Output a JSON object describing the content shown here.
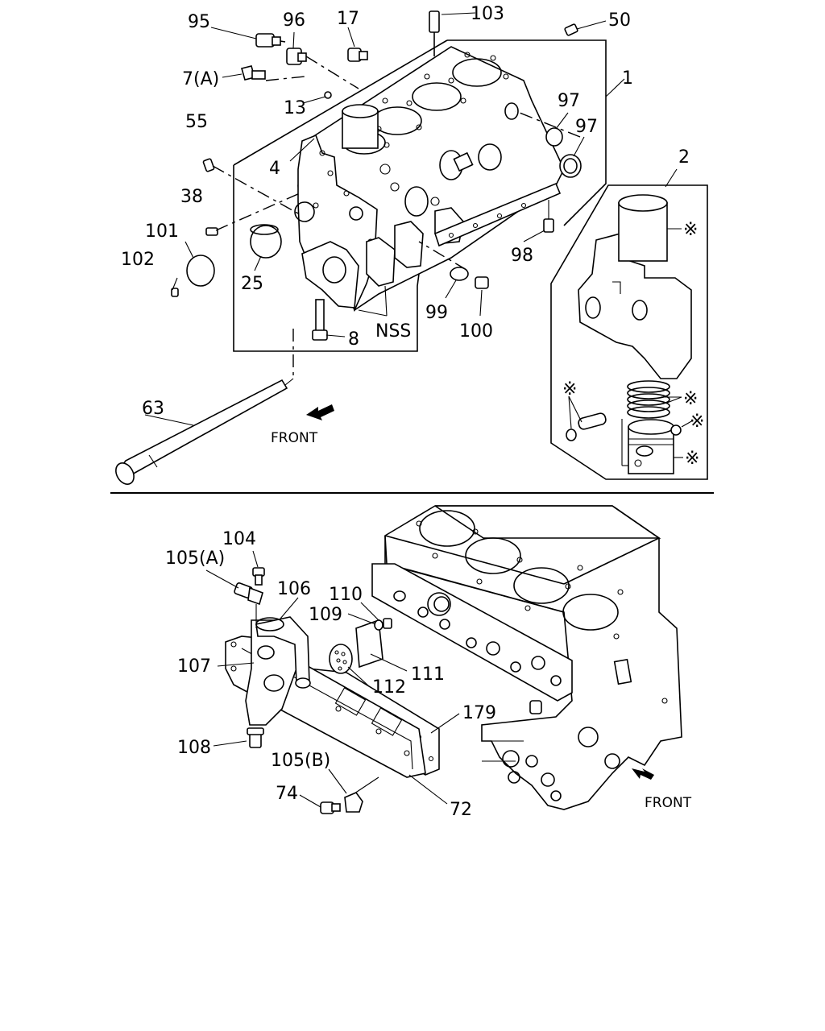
{
  "callouts": {
    "c95": "95",
    "c96": "96",
    "c17": "17",
    "c103": "103",
    "c50": "50",
    "c7a": "7(A)",
    "c13": "13",
    "c1": "1",
    "c97a": "97",
    "c97b": "97",
    "c55": "55",
    "c4": "4",
    "c2": "2",
    "c38": "38",
    "c101": "101",
    "c102": "102",
    "c25": "25",
    "c98": "98",
    "c99": "99",
    "c100": "100",
    "c8": "8",
    "cnss": "NSS",
    "c63": "63",
    "c104": "104",
    "c105a": "105(A)",
    "c106": "106",
    "c110": "110",
    "c109": "109",
    "c107": "107",
    "c111": "111",
    "c112": "112",
    "c179": "179",
    "c108": "108",
    "c105b": "105(B)",
    "c74": "74",
    "c72": "72"
  },
  "marks": {
    "star": "※"
  },
  "front_labels": {
    "top": "FRONT",
    "bottom": "FRONT"
  }
}
